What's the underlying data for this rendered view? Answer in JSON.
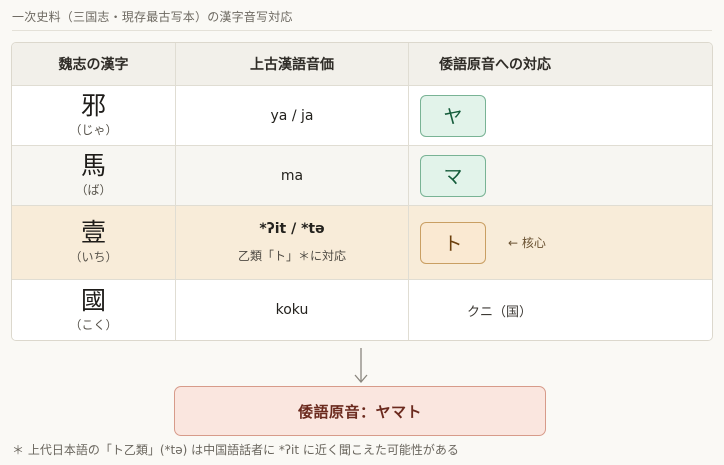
{
  "caption": "一次史料（三国志・現存最古写本）の漢字音写対応",
  "table": {
    "headers": [
      "魏志の漢字",
      "上古漢語音価",
      "倭語原音への対応"
    ],
    "rows": [
      {
        "kanji": "邪",
        "reading": "（じゃ）",
        "sound": "ya / ja",
        "kana": "ヤ"
      },
      {
        "kanji": "馬",
        "reading": "（ば）",
        "sound": "ma",
        "kana": "マ"
      },
      {
        "kanji": "壹",
        "reading": "（いち）",
        "sound": "*ʔit / *tə",
        "sound_note": "乙類「ト」＊に対応",
        "kana": "ト",
        "note": "← 核心"
      },
      {
        "kanji": "國",
        "reading": "（こく）",
        "sound": "koku",
        "kana_plain": "クニ（国）"
      }
    ]
  },
  "result": "倭語原音：ヤマト",
  "footnote": "＊ 上代日本語の「ト乙類」(*tə) は中国語話者に *ʔit に近く聞こえた可能性がある",
  "colors": {
    "highlight_row": "#f8ecd9",
    "kana_green": "#e2f3ea",
    "kana_orange": "#fae9d2",
    "result_box": "#fae6df"
  },
  "icons": {
    "flow_arrow": "down-arrow-icon"
  }
}
